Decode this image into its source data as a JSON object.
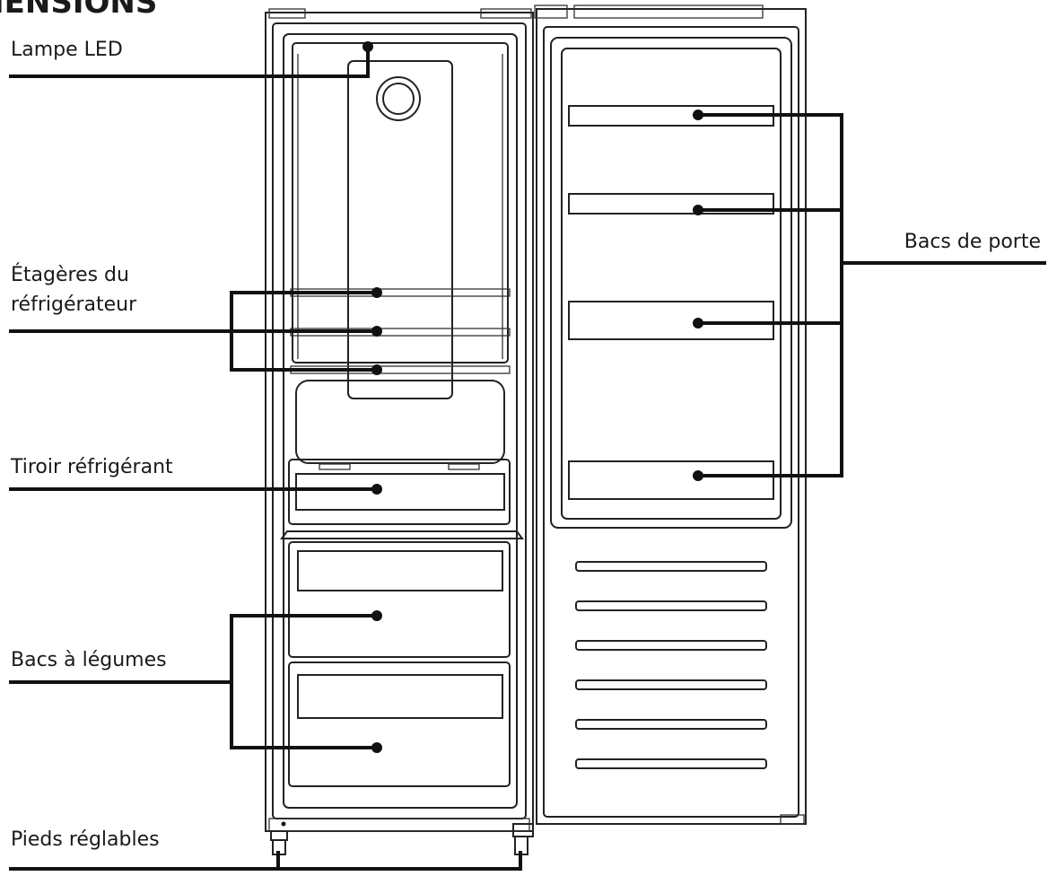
{
  "heading": "IENSIONS",
  "labels": {
    "led_lamp": "Lampe LED",
    "fridge_shelves_line1": "Étagères du",
    "fridge_shelves_line2": "réfrigérateur",
    "chiller_drawer": "Tiroir réfrigérant",
    "crisper_drawers": "Bacs à légumes",
    "adjustable_feet": "Pieds réglables",
    "door_bins": "Bacs de porte"
  },
  "colors": {
    "ink": "#111111",
    "background": "#ffffff"
  }
}
